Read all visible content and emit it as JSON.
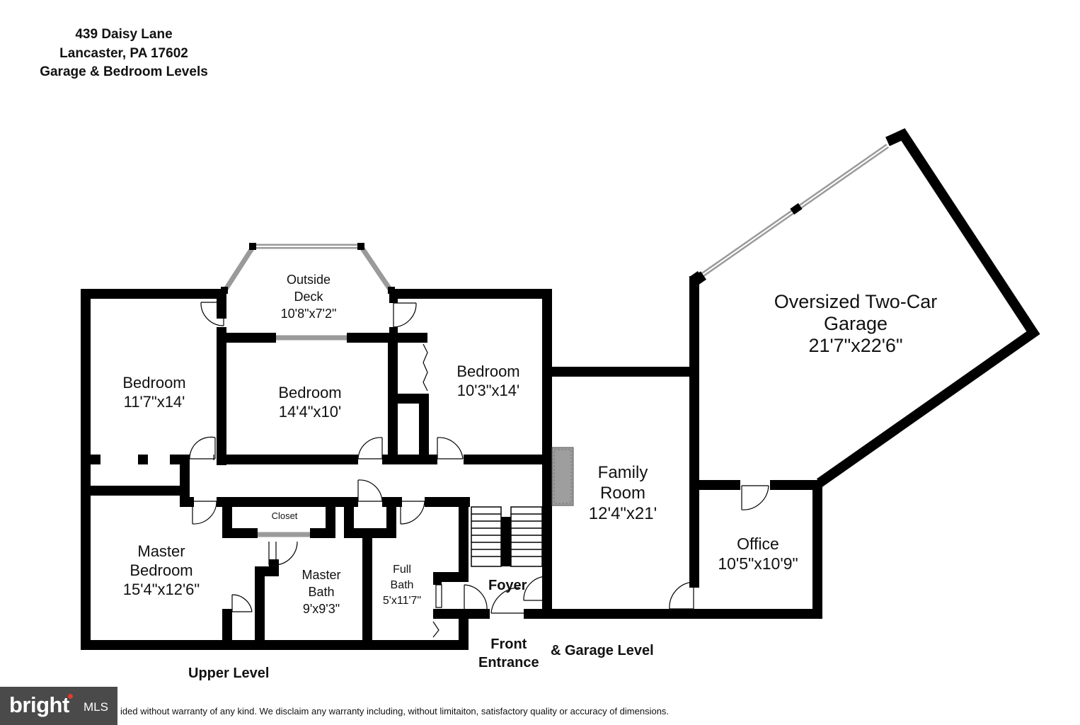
{
  "header": {
    "address_line1": "439 Daisy Lane",
    "address_line2": "Lancaster, PA 17602",
    "levels_line": "Garage & Bedroom Levels"
  },
  "rooms": {
    "outside_deck": {
      "name_line1": "Outside",
      "name_line2": "Deck",
      "size": "10'8\"x7'2\""
    },
    "bedroom_left": {
      "name": "Bedroom",
      "size": "11'7\"x14'"
    },
    "bedroom_middle": {
      "name": "Bedroom",
      "size": "14'4\"x10'"
    },
    "bedroom_right": {
      "name": "Bedroom",
      "size": "10'3\"x14'"
    },
    "closet": {
      "name": "Closet"
    },
    "master_bedroom": {
      "name_line1": "Master",
      "name_line2": "Bedroom",
      "size": "15'4\"x12'6\""
    },
    "master_bath": {
      "name_line1": "Master",
      "name_line2": "Bath",
      "size": "9'x9'3\""
    },
    "full_bath": {
      "name_line1": "Full",
      "name_line2": "Bath",
      "size": "5'x11'7\""
    },
    "foyer": {
      "name": "Foyer"
    },
    "family_room": {
      "name_line1": "Family",
      "name_line2": "Room",
      "size": "12'4\"x21'"
    },
    "garage": {
      "name_line1": "Oversized Two-Car",
      "name_line2": "Garage",
      "size": "21'7\"x22'6\""
    },
    "office": {
      "name": "Office",
      "size": "10'5\"x10'9\""
    }
  },
  "labels": {
    "front_entrance_line1": "Front",
    "front_entrance_line2": "Entrance",
    "garage_level": "& Garage Level",
    "upper_level": "Upper Level"
  },
  "footer": {
    "logo_text": "bright",
    "logo_suffix": "MLS",
    "disclaimer": "ided without warranty of any kind. We disclaim any warranty including, without limitaiton, satisfactory quality or accuracy of dimensions."
  },
  "colors": {
    "wall": "#000000",
    "window": "#9a9a9a",
    "logo_bg": "#4a4a4a",
    "logo_accent": "#e23b2d"
  }
}
